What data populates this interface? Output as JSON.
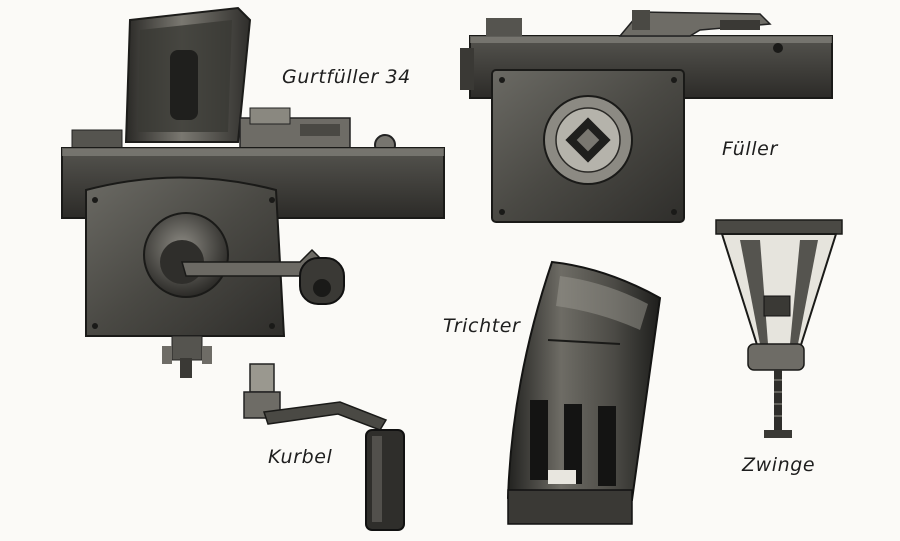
{
  "labels": {
    "gurtfueller": "Gurtfüller 34",
    "fueller": "Füller",
    "trichter": "Trichter",
    "kurbel": "Kurbel",
    "zwinge": "Zwinge"
  },
  "colors": {
    "paper": "#fbfaf7",
    "ink": "#1e1e1e",
    "metal_dark": "#2a2a28",
    "metal_mid": "#5d5c57",
    "metal_light": "#a3a19a"
  }
}
